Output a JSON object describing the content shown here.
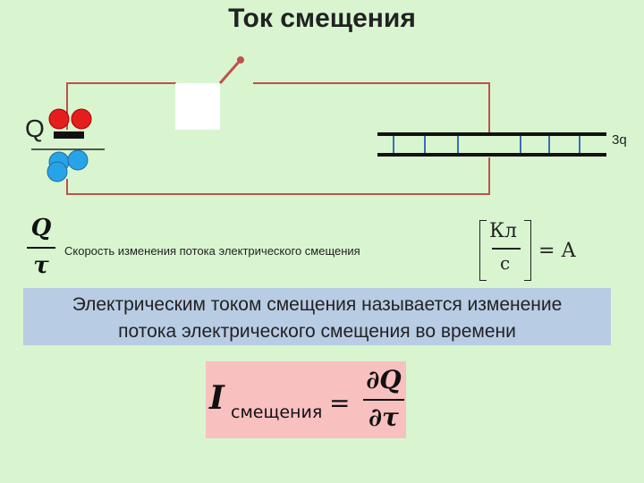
{
  "title": "Ток смещения",
  "circuit": {
    "charge_label": "Q",
    "capacitor_label": "3q",
    "wire_color": "#c0504d",
    "positive_charge_color": "#e41e1e",
    "negative_charge_color": "#29a3e8",
    "capacitor_line_color": "#3a6fb0"
  },
  "rate": {
    "numerator": "Q",
    "denominator": "τ",
    "text": "Скорость изменения потока электрического смещения"
  },
  "unit": {
    "numerator": "Кл",
    "denominator": "с",
    "equals": "= А"
  },
  "definition": {
    "line1": "Электрическим током смещения называется изменение",
    "line2": "потока электрического смещения во времени",
    "background": "#b8cce4"
  },
  "formula": {
    "symbol": "I",
    "subscript": "смещения",
    "equals": "=",
    "numerator": "∂Q",
    "denominator": "∂τ",
    "background": "#f9c0c0"
  }
}
